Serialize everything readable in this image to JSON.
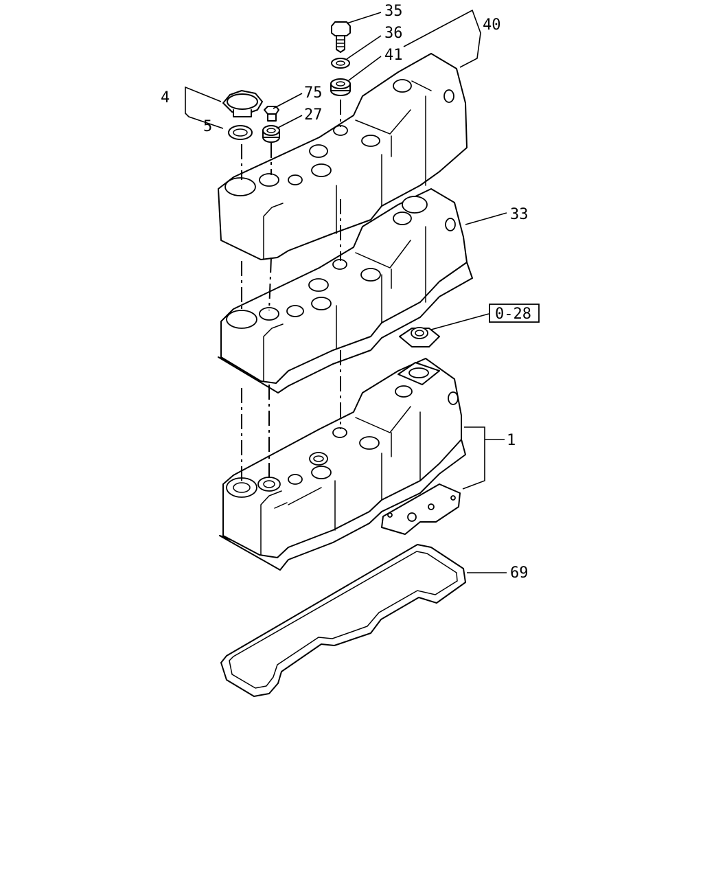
{
  "callouts": {
    "c35": "35",
    "c36": "36",
    "c41": "41",
    "c40": "40",
    "c4": "4",
    "c5": "5",
    "c75": "75",
    "c27": "27",
    "c33": "33",
    "c1": "1",
    "c69": "69"
  },
  "reference": {
    "ref_028": "0-28"
  }
}
